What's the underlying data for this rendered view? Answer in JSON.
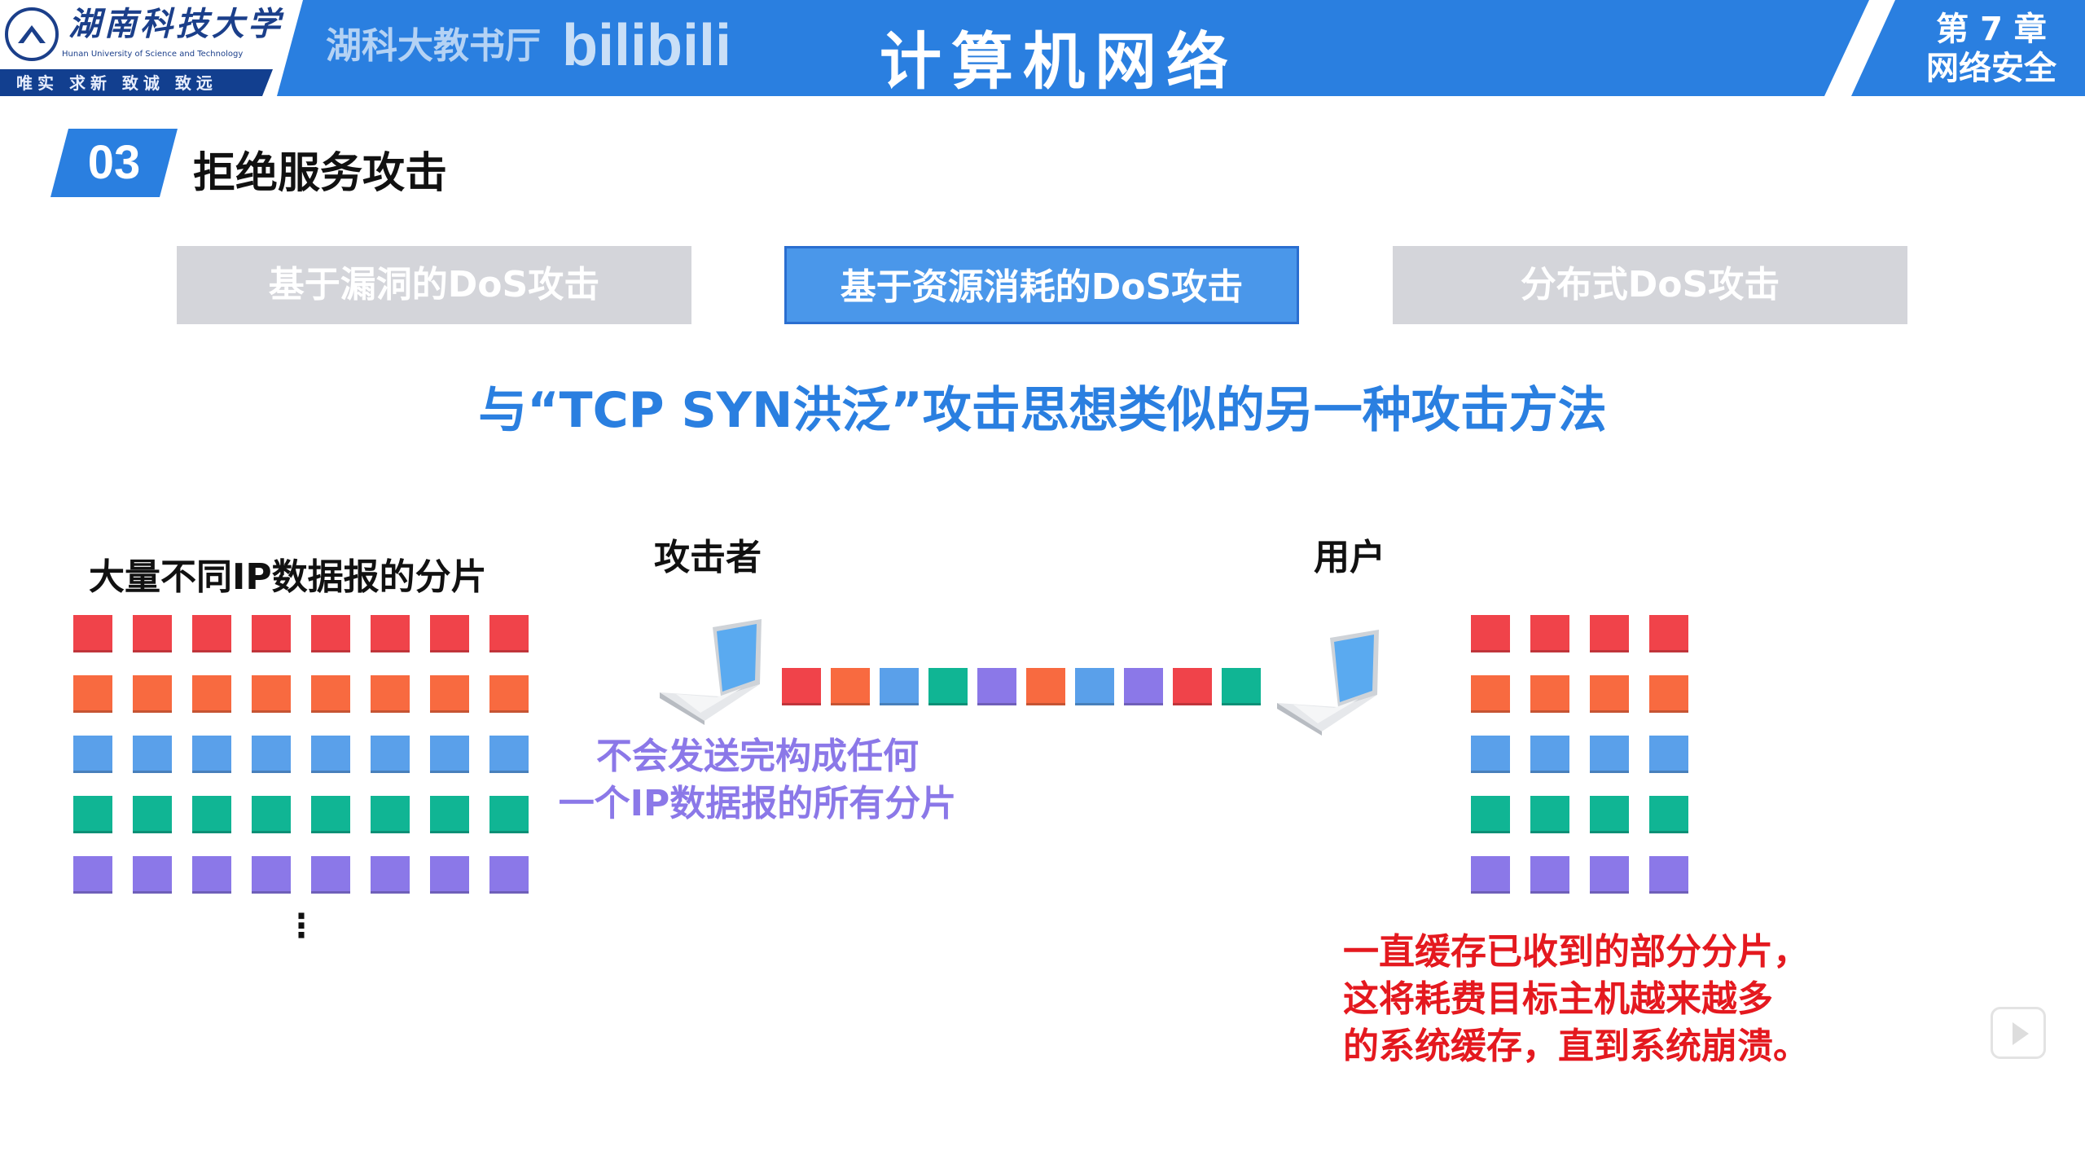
{
  "header": {
    "university_cn": "湖南科技大学",
    "university_en": "Hunan University of Science and Technology",
    "motto": "唯实 求新 致诚 致远",
    "watermark_channel": "湖科大教书厅",
    "watermark_site": "bilibili",
    "title": "计算机网络",
    "chapter": "第 7 章",
    "chapter_name": "网络安全"
  },
  "section": {
    "number": "03",
    "title": "拒绝服务攻击"
  },
  "tabs": [
    {
      "label": "基于漏洞的DoS攻击",
      "active": false
    },
    {
      "label": "基于资源消耗的DoS攻击",
      "active": true
    },
    {
      "label": "分布式DoS攻击",
      "active": false
    }
  ],
  "subtitle": "与“TCP SYN洪泛”攻击思想类似的另一种攻击方法",
  "diagram": {
    "fragments_label": "大量不同IP数据报的分片",
    "ellipsis": "⋮",
    "attacker_label": "攻击者",
    "user_label": "用户",
    "colors": {
      "red": "#f0434a",
      "orange": "#f86a40",
      "blue": "#5aa0ea",
      "green": "#10b594",
      "purple": "#8b78e8"
    },
    "left_rows": [
      "red",
      "orange",
      "blue",
      "green",
      "purple"
    ],
    "left_cols": 8,
    "stream": [
      "red",
      "orange",
      "blue",
      "green",
      "purple",
      "orange",
      "blue",
      "purple",
      "red",
      "green"
    ],
    "right_rows": [
      "red",
      "orange",
      "blue",
      "green",
      "purple"
    ],
    "right_cols": 4,
    "attacker_note_line1": "不会发送完构成任何",
    "attacker_note_line2": "一个IP数据报的所有分片",
    "user_note_line1": "一直缓存已收到的部分分片，",
    "user_note_line2": "这将耗费目标主机越来越多",
    "user_note_line3": "的系统缓存，直到系统崩溃。"
  }
}
